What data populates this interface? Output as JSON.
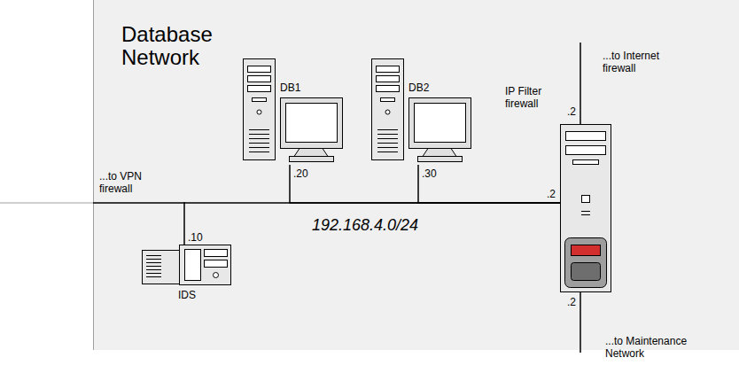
{
  "diagram": {
    "nodes": [
      {
        "text": [
          "Database Network"
        ]
      },
      {
        "text": [
          "DB1"
        ],
        "in": 0
      },
      {
        "text": [
          "DB2"
        ],
        "in": 0
      },
      {
        "text": [
          "IP Filter firewall"
        ],
        "in": 0
      },
      {
        "text": [
          "IDS"
        ],
        "in": 0
      }
    ],
    "edges": [
      {
        "from": 1,
        "to": 3,
        "arrow": "none"
      },
      {
        "from": 2,
        "to": 3,
        "arrow": "none"
      },
      {
        "from": 4,
        "to": 3,
        "arrow": "none"
      }
    ],
    "labels": [
      "...to Internet firewall",
      ".2",
      "...to VPN firewall",
      ".20",
      ".30",
      ".2",
      "192.168.4.0/24",
      ".10",
      ".2",
      "...to Maintenance Network"
    ]
  }
}
